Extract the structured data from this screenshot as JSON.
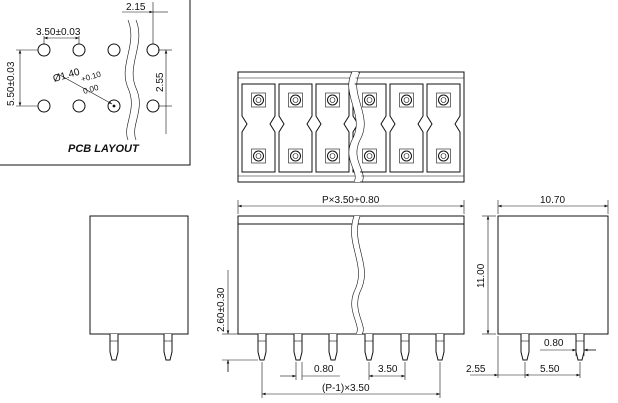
{
  "pcb_layout": {
    "title": "PCB LAYOUT",
    "dim_pitch": "3.50±0.03",
    "dim_row_pitch": "5.50±0.03",
    "dim_offset_x": "2.15",
    "dim_offset_y": "2.55",
    "hole_diameter": "Ø1.40",
    "hole_tol_plus": "+0.10",
    "hole_tol_minus": "0.00"
  },
  "front_view": {
    "dim_width": "P×3.50+0.80",
    "dim_height": "2.60±0.30",
    "dim_pin_width": "0.80",
    "dim_pitch": "3.50",
    "dim_span": "(P-1)×3.50"
  },
  "side_view": {
    "dim_depth": "10.70",
    "dim_height": "11.00",
    "dim_pin_width": "0.80",
    "dim_row_pitch": "5.50",
    "dim_offset": "2.55"
  }
}
